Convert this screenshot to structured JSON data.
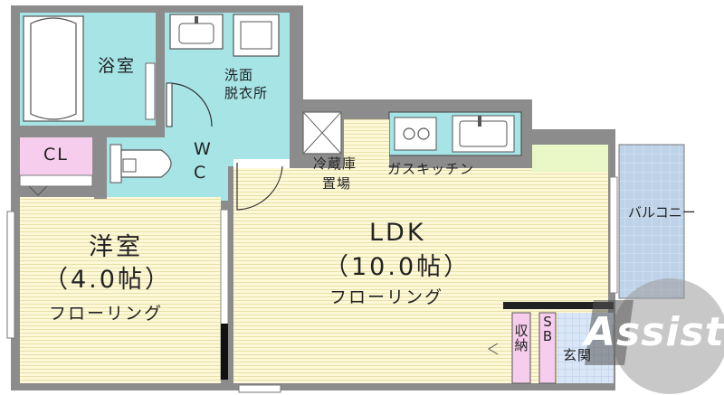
{
  "rooms": {
    "bathroom": "浴室",
    "washroom_line1": "洗面",
    "washroom_line2": "脱衣所",
    "closet": "CL",
    "toilet_line1": "W",
    "toilet_line2": "C",
    "fridge_line1": "冷蔵庫",
    "fridge_line2": "置場",
    "kitchen": "ガスキッチン",
    "balcony": "バルコニー",
    "ldk_name": "LDK",
    "ldk_size": "（10.0帖）",
    "ldk_floor": "フローリング",
    "western_name": "洋室",
    "western_size": "（4.0帖）",
    "western_floor": "フローリング",
    "storage": "収納",
    "shoebox": "SB",
    "entrance": "玄関"
  },
  "logo": {
    "text": "Assist"
  },
  "colors": {
    "wall": "#8c8c8c",
    "floor": "#fdf9d8",
    "wet_area": "#a6e4e6",
    "closet": "#f7cdee",
    "balcony": "#bfd3e8",
    "kitchen_fill": "#eaf7c6",
    "entrance": "#d9e6f7"
  }
}
